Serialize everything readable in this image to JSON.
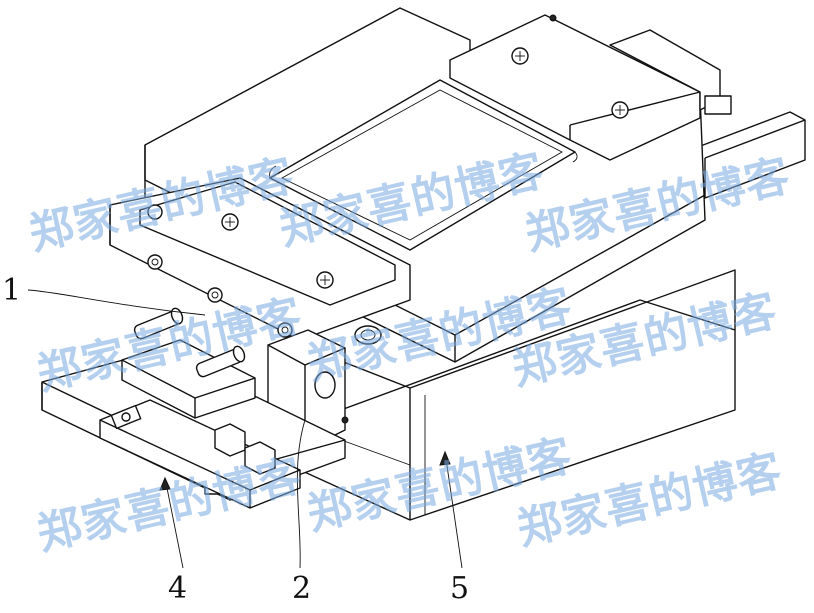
{
  "labels": {
    "label_1": "1",
    "label_2": "2",
    "label_4": "4",
    "label_5": "5"
  },
  "watermark": {
    "text": "郑家喜的博客",
    "color": "#78aae1"
  }
}
